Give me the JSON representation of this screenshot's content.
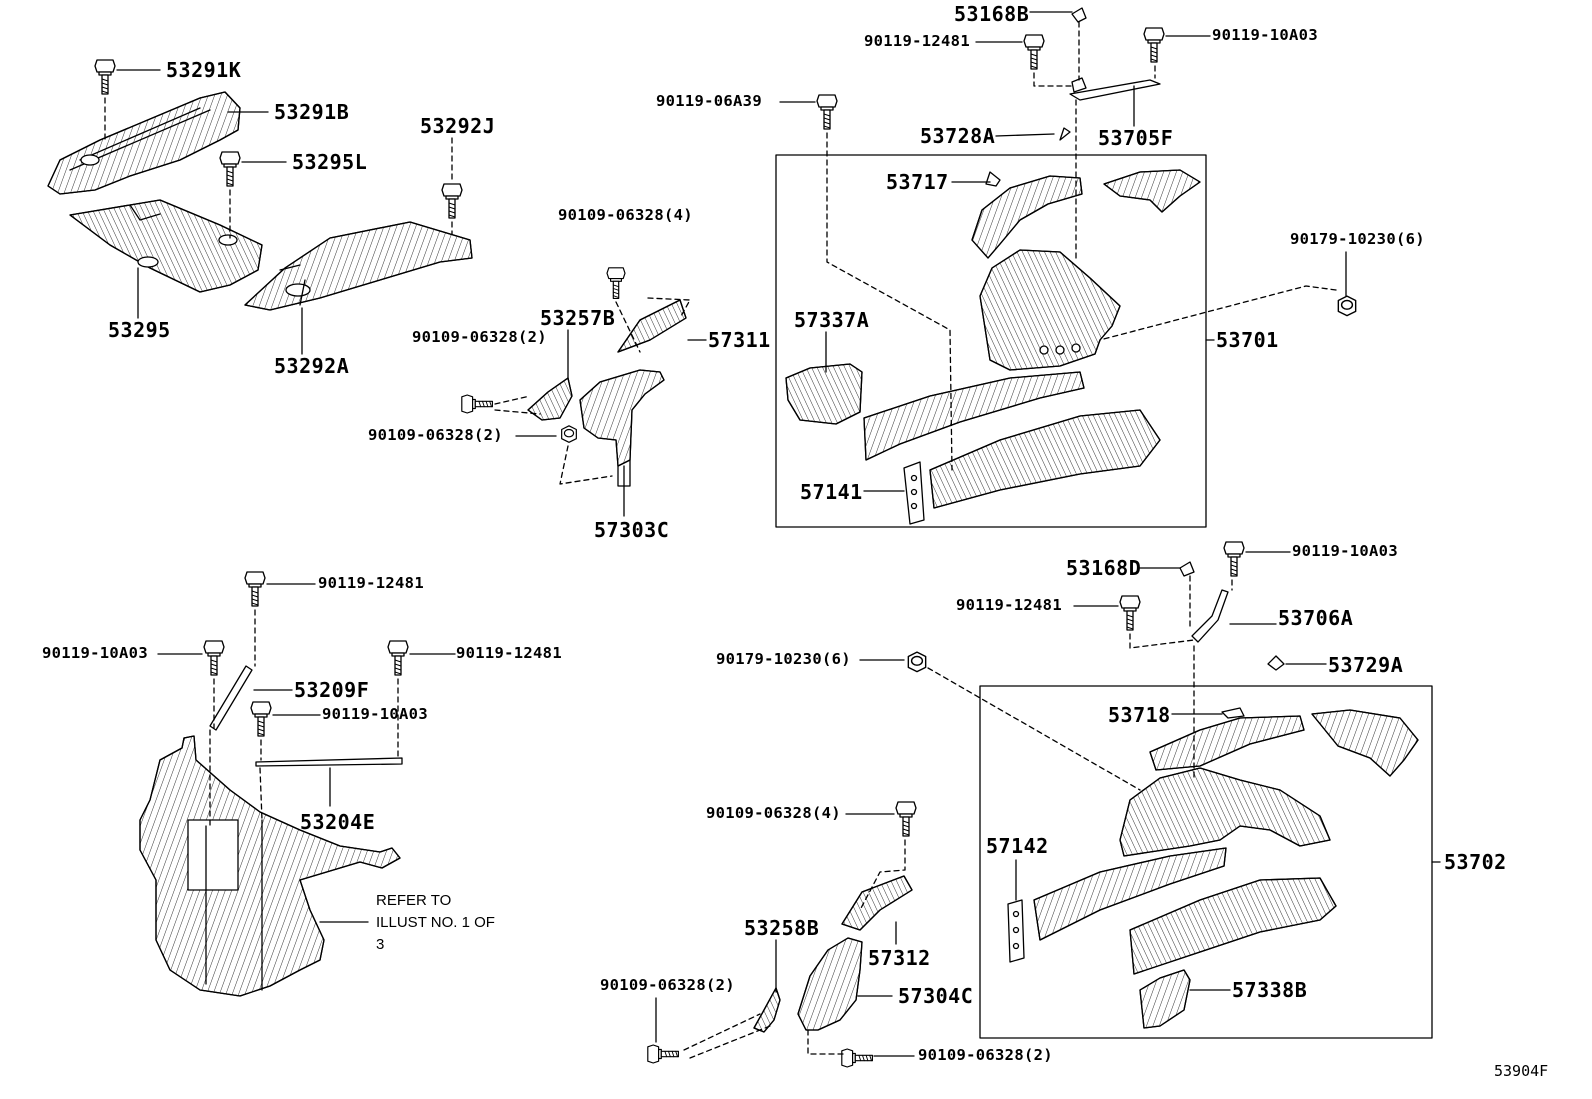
{
  "diagram": {
    "figure_code": "53904F",
    "note_text": "REFER TO ILLUST NO. 1 OF 3",
    "parts": [
      {
        "id": "p53291K",
        "label": "53291K"
      },
      {
        "id": "p53291B",
        "label": "53291B"
      },
      {
        "id": "p53295L",
        "label": "53295L"
      },
      {
        "id": "p53292J",
        "label": "53292J"
      },
      {
        "id": "p53295",
        "label": "53295"
      },
      {
        "id": "p53292A",
        "label": "53292A"
      },
      {
        "id": "p90109_06328_4a",
        "label": "90109-06328(4)"
      },
      {
        "id": "p53257B",
        "label": "53257B"
      },
      {
        "id": "p90109_06328_2a",
        "label": "90109-06328(2)"
      },
      {
        "id": "p90109_06328_2b",
        "label": "90109-06328(2)"
      },
      {
        "id": "p57311",
        "label": "57311"
      },
      {
        "id": "p57303C",
        "label": "57303C"
      },
      {
        "id": "p53168B",
        "label": "53168B"
      },
      {
        "id": "p90119_12481_a",
        "label": "90119-12481"
      },
      {
        "id": "p90119_10A03_a",
        "label": "90119-10A03"
      },
      {
        "id": "p90119_06A39",
        "label": "90119-06A39"
      },
      {
        "id": "p53728A",
        "label": "53728A"
      },
      {
        "id": "p53705F",
        "label": "53705F"
      },
      {
        "id": "p53717",
        "label": "53717"
      },
      {
        "id": "p90179_10230_a",
        "label": "90179-10230(6)"
      },
      {
        "id": "p57337A",
        "label": "57337A"
      },
      {
        "id": "p53701",
        "label": "53701"
      },
      {
        "id": "p57141",
        "label": "57141"
      },
      {
        "id": "p90119_12481_b",
        "label": "90119-12481"
      },
      {
        "id": "p90119_10A03_b",
        "label": "90119-10A03"
      },
      {
        "id": "p90119_12481_c",
        "label": "90119-12481"
      },
      {
        "id": "p53209F",
        "label": "53209F"
      },
      {
        "id": "p90119_10A03_c",
        "label": "90119-10A03"
      },
      {
        "id": "p53204E",
        "label": "53204E"
      },
      {
        "id": "p53168D",
        "label": "53168D"
      },
      {
        "id": "p90119_10A03_d",
        "label": "90119-10A03"
      },
      {
        "id": "p90119_12481_d",
        "label": "90119-12481"
      },
      {
        "id": "p53706A",
        "label": "53706A"
      },
      {
        "id": "p90179_10230_b",
        "label": "90179-10230(6)"
      },
      {
        "id": "p53729A",
        "label": "53729A"
      },
      {
        "id": "p53718",
        "label": "53718"
      },
      {
        "id": "p57142",
        "label": "57142"
      },
      {
        "id": "p53702",
        "label": "53702"
      },
      {
        "id": "p90109_06328_4b",
        "label": "90109-06328(4)"
      },
      {
        "id": "p53258B",
        "label": "53258B"
      },
      {
        "id": "p57312",
        "label": "57312"
      },
      {
        "id": "p90109_06328_2c",
        "label": "90109-06328(2)"
      },
      {
        "id": "p57304C",
        "label": "57304C"
      },
      {
        "id": "p57338B",
        "label": "57338B"
      },
      {
        "id": "p90109_06328_2d",
        "label": "90109-06328(2)"
      }
    ]
  }
}
